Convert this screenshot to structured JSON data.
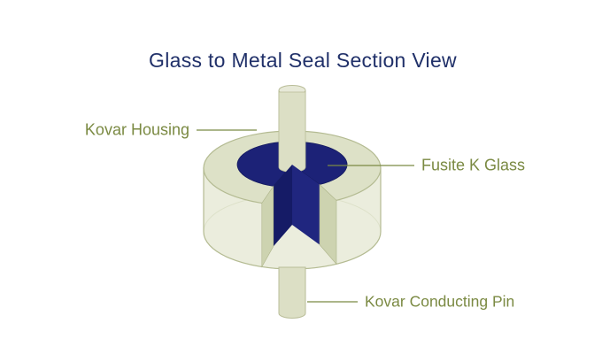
{
  "title": "Glass to Metal Seal Section View",
  "diagram": {
    "labels": {
      "housing": "Kovar Housing",
      "glass": "Fusite K Glass",
      "pin": "Kovar Conducting Pin"
    }
  },
  "colors": {
    "background": "#ffffff",
    "title_text": "#203069",
    "label_text": "#7b8a43",
    "leader_line": "#7b8a43",
    "housing_fill": "#dde1c7",
    "housing_cut_face": "#cdd3b0",
    "glass_fill": "#1c2277",
    "glass_cut_dark": "#151b66",
    "glass_cut_light": "#20267f",
    "pin_fill": "#dcdfc5",
    "pin_cap_fill": "#e7e9d8"
  }
}
